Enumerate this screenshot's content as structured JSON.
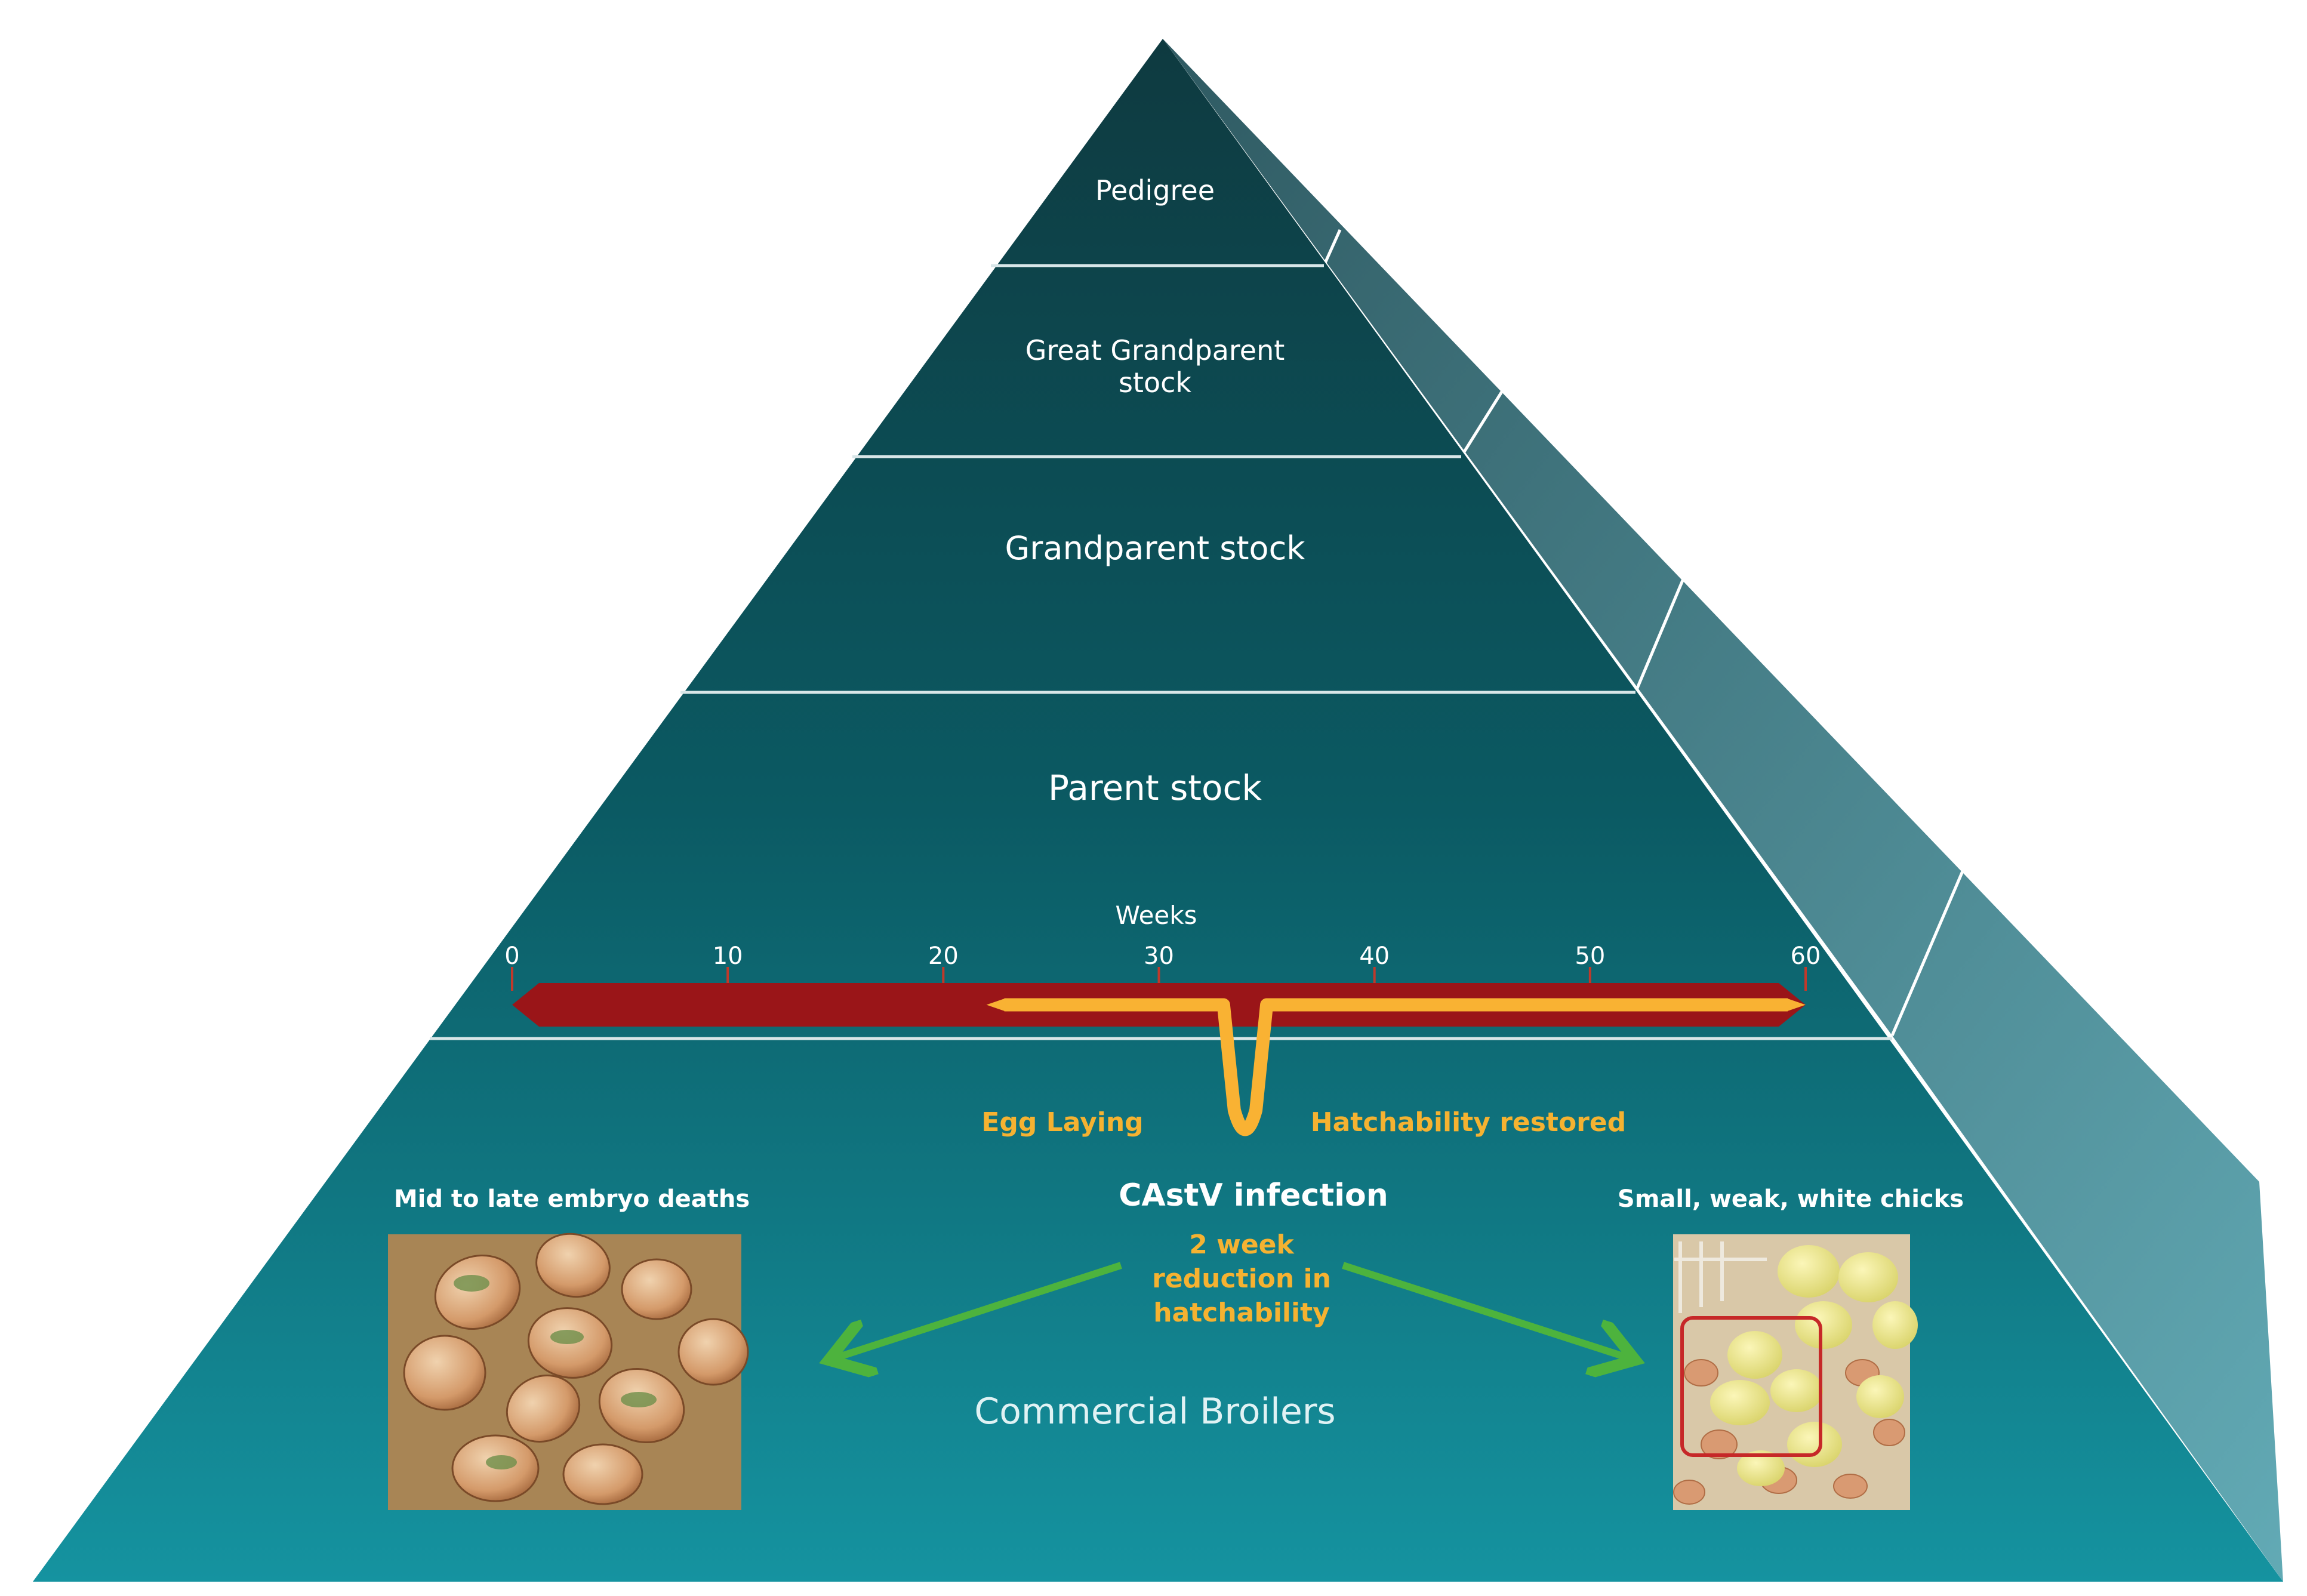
{
  "tiers": {
    "pedigree": "Pedigree",
    "great_grandparent_line1": "Great Grandparent",
    "great_grandparent_line2": "stock",
    "grandparent": "Grandparent stock",
    "parent": "Parent stock",
    "commercial": "Commercial Broilers"
  },
  "timeline": {
    "title": "Weeks",
    "ticks": [
      0,
      10,
      20,
      30,
      40,
      50,
      60
    ],
    "egg_laying_start_week": 0,
    "egg_laying_end_week": 60,
    "hatchability_start_week": 22,
    "hatchability_end_week": 60,
    "infection_start_week": 33,
    "infection_end_week": 35
  },
  "labels": {
    "egg_laying": "Egg Laying",
    "hatchability_restored": "Hatchability restored",
    "infection": "CAstV infection",
    "reduction_line1": "2 week",
    "reduction_line2": "reduction in",
    "reduction_line3": "hatchability",
    "left_caption": "Mid to late embryo deaths",
    "right_caption": "Small, weak, white chicks"
  },
  "colors": {
    "tier_top": "#0e3a40",
    "tier_bottom": "#1593a0",
    "side_top": "#2f5a62",
    "side_bottom": "#62aab5",
    "egg_laying_bar": "#9a1518",
    "hatchability_bar": "#f9b233",
    "accent_text": "#f5b231",
    "arrow": "#4db33d",
    "highlight_box": "#c62828"
  },
  "icons": {
    "left_photo": "broken-eggs-photo",
    "right_photo": "chicks-photo"
  }
}
